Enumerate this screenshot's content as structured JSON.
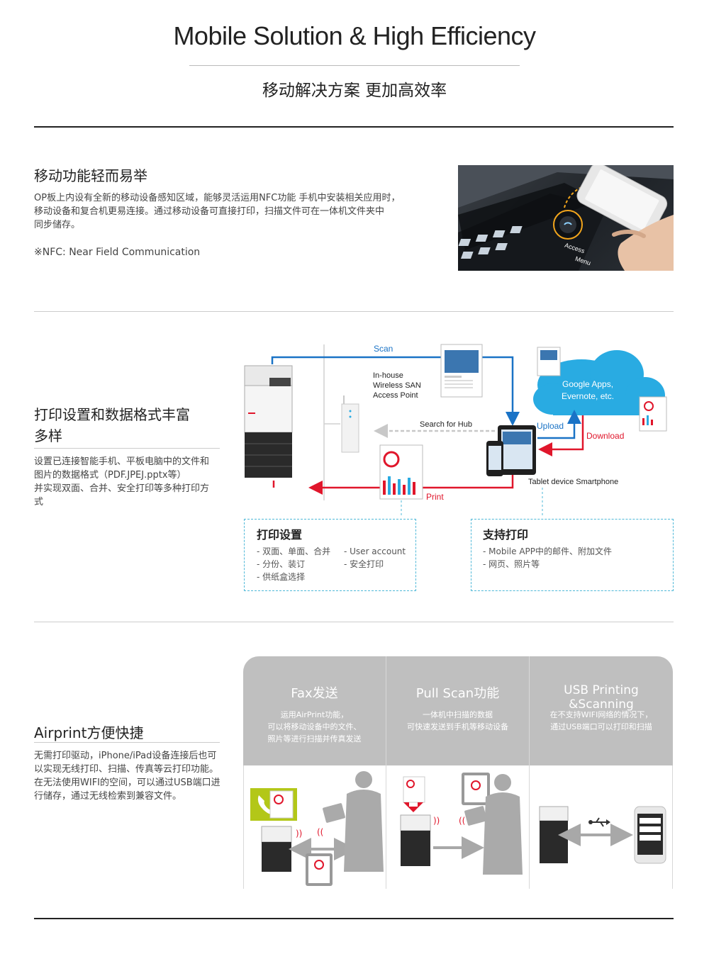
{
  "header": {
    "title_en": "Mobile Solution & High Efficiency",
    "title_cn": "移动解决方案 更加高效率"
  },
  "section1": {
    "heading": "移动功能轻而易举",
    "paragraph_lines": [
      "OP板上内设有全新的移动设备感知区域，能够灵活运用NFC功能 手机中安装相关应用时，",
      "移动设备和复合机更易连接。通过移动设备可直接打印，扫描文件可在一体机文件夹中",
      "同步储存。"
    ],
    "nfc_note": "※NFC:   Near Field Communication",
    "photo_labels": {
      "access": "Access",
      "menu": "Menu"
    }
  },
  "section2": {
    "heading_lines": [
      "打印设置和数据格式丰富",
      "多样"
    ],
    "paragraph_lines": [
      "设置已连接智能手机、平板电脑中的文件和",
      "图片的数据格式（PDF.JPEJ.pptx等）",
      "并实现双面、合并、安全打印等多种打印方",
      "式"
    ],
    "diagram": {
      "scan": "Scan",
      "access_point": [
        "In-house",
        "Wireless SAN",
        "Access Point"
      ],
      "search_for_hub": "Search for Hub",
      "cloud": [
        "Google Apps,",
        "Evernote, etc."
      ],
      "upload": "Upload",
      "download": "Download",
      "device_label": "Tablet device Smartphone",
      "print": "Print"
    },
    "box_print_settings": {
      "title": "打印设置",
      "col1": [
        "- 双面、单面、合并",
        "- 分份、装订",
        "- 供纸盒选择"
      ],
      "col2": [
        "- User account",
        "- 安全打印"
      ]
    },
    "box_support_print": {
      "title": "支持打印",
      "items": [
        "- Mobile APP中的邮件、附加文件",
        "- 网页、照片等"
      ]
    }
  },
  "section3": {
    "heading": "Airprint方便快捷",
    "paragraph_lines": [
      "无需打印驱动，iPhone/iPad设备连接后也可",
      "以实现无线打印、扫描、传真等云打印功能。",
      "在无法使用WIFI的空间，可以通过USB端口进",
      "行储存，通过无线检索到兼容文件。"
    ],
    "columns": [
      {
        "title": "Fax发送",
        "desc": [
          "运用AirPrint功能，",
          "可以将移动设备中的文件、",
          "照片等进行扫描并传真发送"
        ]
      },
      {
        "title": "Pull Scan功能",
        "desc": [
          "一体机中扫描的数据",
          "可快速发送到手机等移动设备"
        ]
      },
      {
        "title": "USB Printing &Scanning",
        "desc": [
          "在不支持WIFI网络的情况下，",
          "通过USB端口可以打印和扫描"
        ]
      }
    ]
  },
  "colors": {
    "accent_blue": "#1a73c6",
    "accent_red": "#e0162b",
    "cloud_blue": "#29abe2",
    "dashed_box": "#4fb8d8",
    "panel_gray": "#bfbfbf"
  }
}
